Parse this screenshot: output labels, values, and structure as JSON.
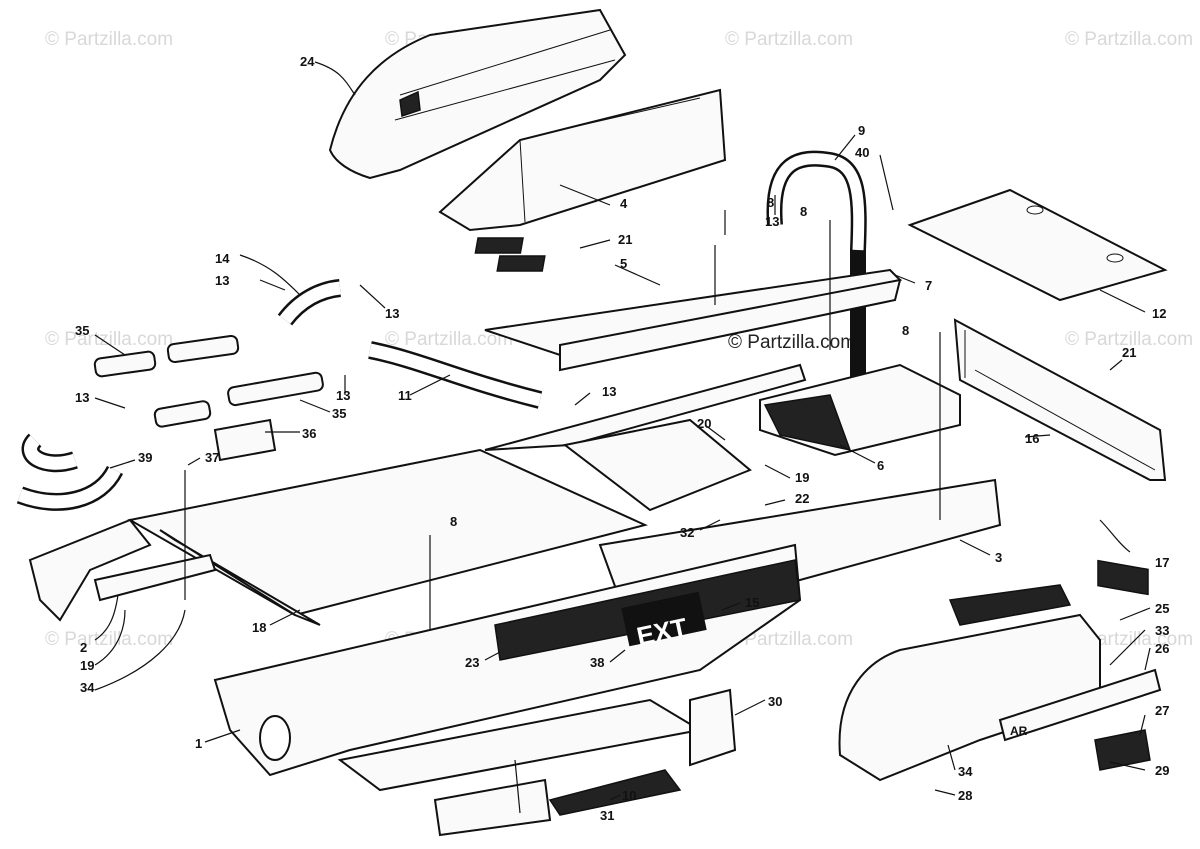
{
  "watermark_text": "© Partzilla.com",
  "emblem_text": "EXT",
  "decal_text": "AR",
  "callouts": [
    "24",
    "4",
    "9",
    "40",
    "8",
    "13",
    "8",
    "21",
    "5",
    "7",
    "12",
    "14",
    "13",
    "13",
    "35",
    "11",
    "8",
    "21",
    "13",
    "13",
    "35",
    "36",
    "13",
    "20",
    "6",
    "16",
    "39",
    "37",
    "19",
    "22",
    "17",
    "32",
    "3",
    "8",
    "15",
    "2",
    "18",
    "19",
    "34",
    "23",
    "38",
    "25",
    "33",
    "26",
    "30",
    "1",
    "27",
    "34",
    "10",
    "29",
    "28",
    "31"
  ]
}
